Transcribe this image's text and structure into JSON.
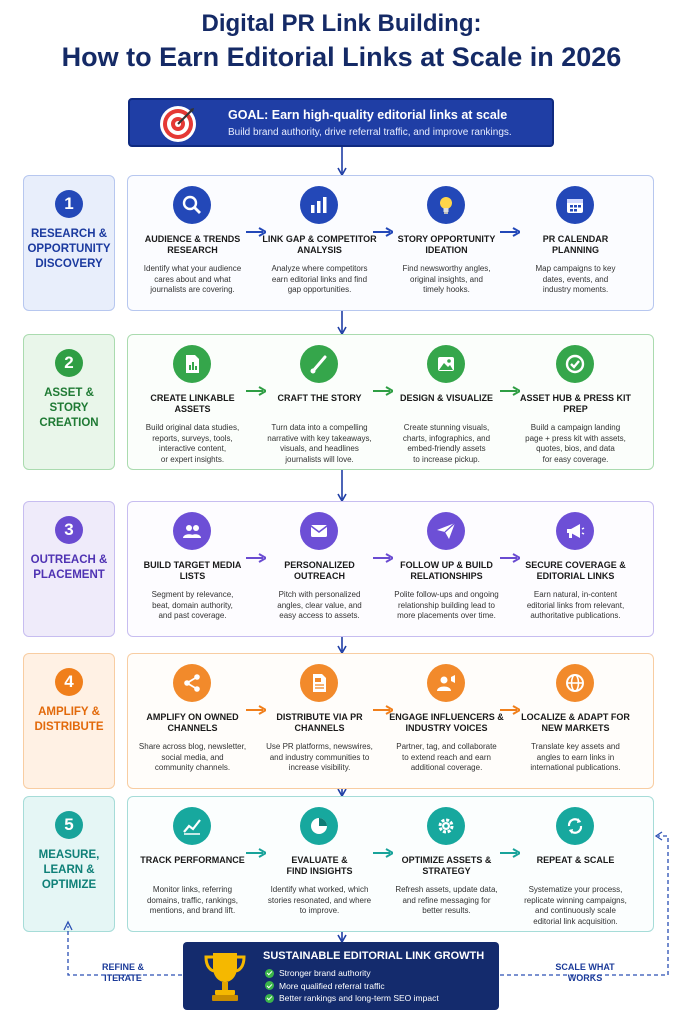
{
  "title_line1": "Digital PR Link Building:",
  "title_line2": "How to Earn Editorial Links at Scale in 2026",
  "goal": {
    "title": "GOAL: Earn high-quality editorial links at scale",
    "subtitle": "Build brand authority, drive referral traffic, and improve rankings.",
    "icon": "target-icon"
  },
  "stages": [
    {
      "number": "1",
      "name": "RESEARCH &\nOPPORTUNITY\nDISCOVERY",
      "color": "#2348b8",
      "steps": [
        {
          "icon": "search-icon",
          "title": "AUDIENCE & TRENDS\nRESEARCH",
          "desc": "Identify what your audience\ncares about and what\njournalists are covering."
        },
        {
          "icon": "bar-chart-icon",
          "title": "LINK GAP & COMPETITOR\nANALYSIS",
          "desc": "Analyze where competitors\nearn editorial links and find\ngap opportunities."
        },
        {
          "icon": "lightbulb-icon",
          "title": "STORY OPPORTUNITY\nIDEATION",
          "desc": "Find newsworthy angles,\noriginal insights, and\ntimely hooks."
        },
        {
          "icon": "calendar-icon",
          "title": "PR CALENDAR\nPLANNING",
          "desc": "Map campaigns to key\ndates, events, and\nindustry moments."
        }
      ]
    },
    {
      "number": "2",
      "name": "ASSET & STORY\nCREATION",
      "color": "#2f9e44",
      "steps": [
        {
          "icon": "document-icon",
          "title": "CREATE LINKABLE\nASSETS",
          "desc": "Build original data studies,\nreports, surveys, tools,\ninteractive content,\nor expert insights."
        },
        {
          "icon": "brush-icon",
          "title": "CRAFT THE STORY",
          "desc": "Turn data into a compelling\nnarrative with key takeaways,\nvisuals, and headlines\njournalists will love."
        },
        {
          "icon": "image-icon",
          "title": "DESIGN & VISUALIZE",
          "desc": "Create stunning visuals,\ncharts, infographics, and\nembed-friendly assets\nto increase pickup."
        },
        {
          "icon": "check-circle-icon",
          "title": "ASSET HUB & PRESS KIT\nPREP",
          "desc": "Build a campaign landing\npage + press kit with assets,\nquotes, bios, and data\nfor easy coverage."
        }
      ]
    },
    {
      "number": "3",
      "name": "OUTREACH &\nPLACEMENT",
      "color": "#6a4bd1",
      "steps": [
        {
          "icon": "users-icon",
          "title": "BUILD TARGET MEDIA\nLISTS",
          "desc": "Segment by relevance,\nbeat, domain authority,\nand past coverage."
        },
        {
          "icon": "mail-icon",
          "title": "PERSONALIZED\nOUTREACH",
          "desc": "Pitch with personalized\nangles, clear value, and\neasy access to assets."
        },
        {
          "icon": "paper-plane-icon",
          "title": "FOLLOW UP & BUILD\nRELATIONSHIPS",
          "desc": "Polite follow-ups and ongoing\nrelationship building lead to\nmore placements over time."
        },
        {
          "icon": "megaphone-icon",
          "title": "SECURE COVERAGE &\nEDITORIAL LINKS",
          "desc": "Earn natural, in-content\neditorial links from relevant,\nauthoritative publications."
        }
      ]
    },
    {
      "number": "4",
      "name": "AMPLIFY &\nDISTRIBUTE",
      "color": "#f07f1b",
      "steps": [
        {
          "icon": "share-icon",
          "title": "AMPLIFY ON OWNED\nCHANNELS",
          "desc": "Share across blog, newsletter,\nsocial media, and\ncommunity channels."
        },
        {
          "icon": "press-release-icon",
          "title": "DISTRIBUTE VIA PR\nCHANNELS",
          "desc": "Use PR platforms, newswires,\nand industry communities to\nincrease visibility."
        },
        {
          "icon": "influencer-icon",
          "title": "ENGAGE INFLUENCERS &\nINDUSTRY VOICES",
          "desc": "Partner, tag, and collaborate\nto extend reach and earn\nadditional coverage."
        },
        {
          "icon": "globe-icon",
          "title": "LOCALIZE & ADAPT FOR\nNEW MARKETS",
          "desc": "Translate key assets and\nangles to earn links in\ninternational publications."
        }
      ]
    },
    {
      "number": "5",
      "name": "MEASURE,\nLEARN &\nOPTIMIZE",
      "color": "#18a39a",
      "steps": [
        {
          "icon": "line-chart-icon",
          "title": "TRACK PERFORMANCE",
          "desc": "Monitor links, referring\ndomains, traffic, rankings,\nmentions, and brand lift."
        },
        {
          "icon": "pie-chart-icon",
          "title": "EVALUATE &\nFIND INSIGHTS",
          "desc": "Identify what worked, which\nstories resonated, and where\nto improve."
        },
        {
          "icon": "gear-icon",
          "title": "OPTIMIZE ASSETS &\nSTRATEGY",
          "desc": "Refresh assets, update data,\nand refine messaging for\nbetter results."
        },
        {
          "icon": "refresh-icon",
          "title": "REPEAT & SCALE",
          "desc": "Systematize your process,\nreplicate winning campaigns,\nand continuously scale\neditorial link acquisition."
        }
      ]
    }
  ],
  "result": {
    "icon": "trophy-icon",
    "title": "SUSTAINABLE EDITORIAL LINK GROWTH",
    "items": [
      "Stronger brand authority",
      "More qualified referral traffic",
      "Better rankings and long-term SEO impact"
    ]
  },
  "loop_left": "REFINE &\nITERATE",
  "loop_right": "SCALE WHAT\nWORKS"
}
